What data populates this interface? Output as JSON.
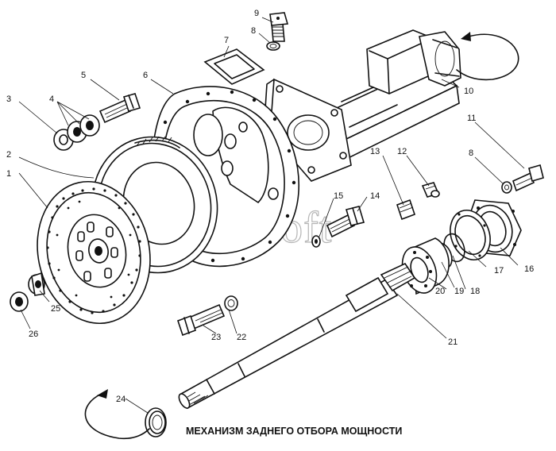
{
  "title": "МЕХАНИЗМ ЗАДНЕГО ОТБОРА МОЩНОСТИ",
  "watermark": "AutoSoft",
  "colors": {
    "ink": "#111111",
    "background": "#ffffff",
    "watermark": "#b5b5b5"
  },
  "callouts": {
    "c1": "1",
    "c2": "2",
    "c3": "3",
    "c4": "4",
    "c5": "5",
    "c6": "6",
    "c7": "7",
    "c8": "8",
    "c8b": "8",
    "c9": "9",
    "c10": "10",
    "c11": "11",
    "c12": "12",
    "c13": "13",
    "c14": "14",
    "c15": "15",
    "c16": "16",
    "c17": "17",
    "c18": "18",
    "c19": "19",
    "c20": "20",
    "c21": "21",
    "c22": "22",
    "c23": "23",
    "c24": "24",
    "c25": "25",
    "c26": "26"
  }
}
